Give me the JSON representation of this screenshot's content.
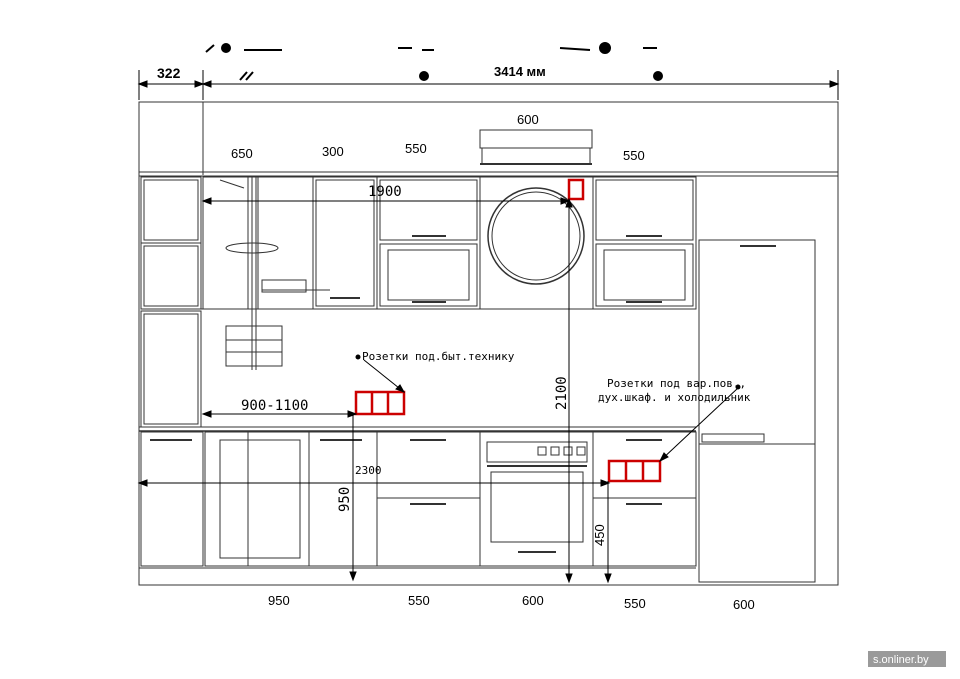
{
  "dimensions": {
    "left_width": "322",
    "total_width": "3414 мм",
    "hood_width": "600",
    "upper_650": "650",
    "upper_300": "300",
    "upper_550_a": "550",
    "upper_550_b": "550",
    "socket_height_1900": "1900",
    "socket_height_2100": "2100",
    "socket_height_900_1100": "900-1100",
    "socket_width_2300": "2300",
    "socket_height_950": "950",
    "socket_height_450": "450",
    "bottom_950": "950",
    "bottom_550_a": "550",
    "bottom_600_stove": "600",
    "bottom_550_b": "550",
    "bottom_600_fridge": "600"
  },
  "notes": {
    "sockets_appliances": "Розетки под.быт.технику",
    "sockets_hob_line1": "Розетки под вар.пов.,",
    "sockets_hob_line2": "дух.шкаф. и холодильник"
  },
  "watermark": "s.onliner.by",
  "colors": {
    "line": "#000000",
    "socket": "#cc0000",
    "cabinet_line": "#333333"
  }
}
